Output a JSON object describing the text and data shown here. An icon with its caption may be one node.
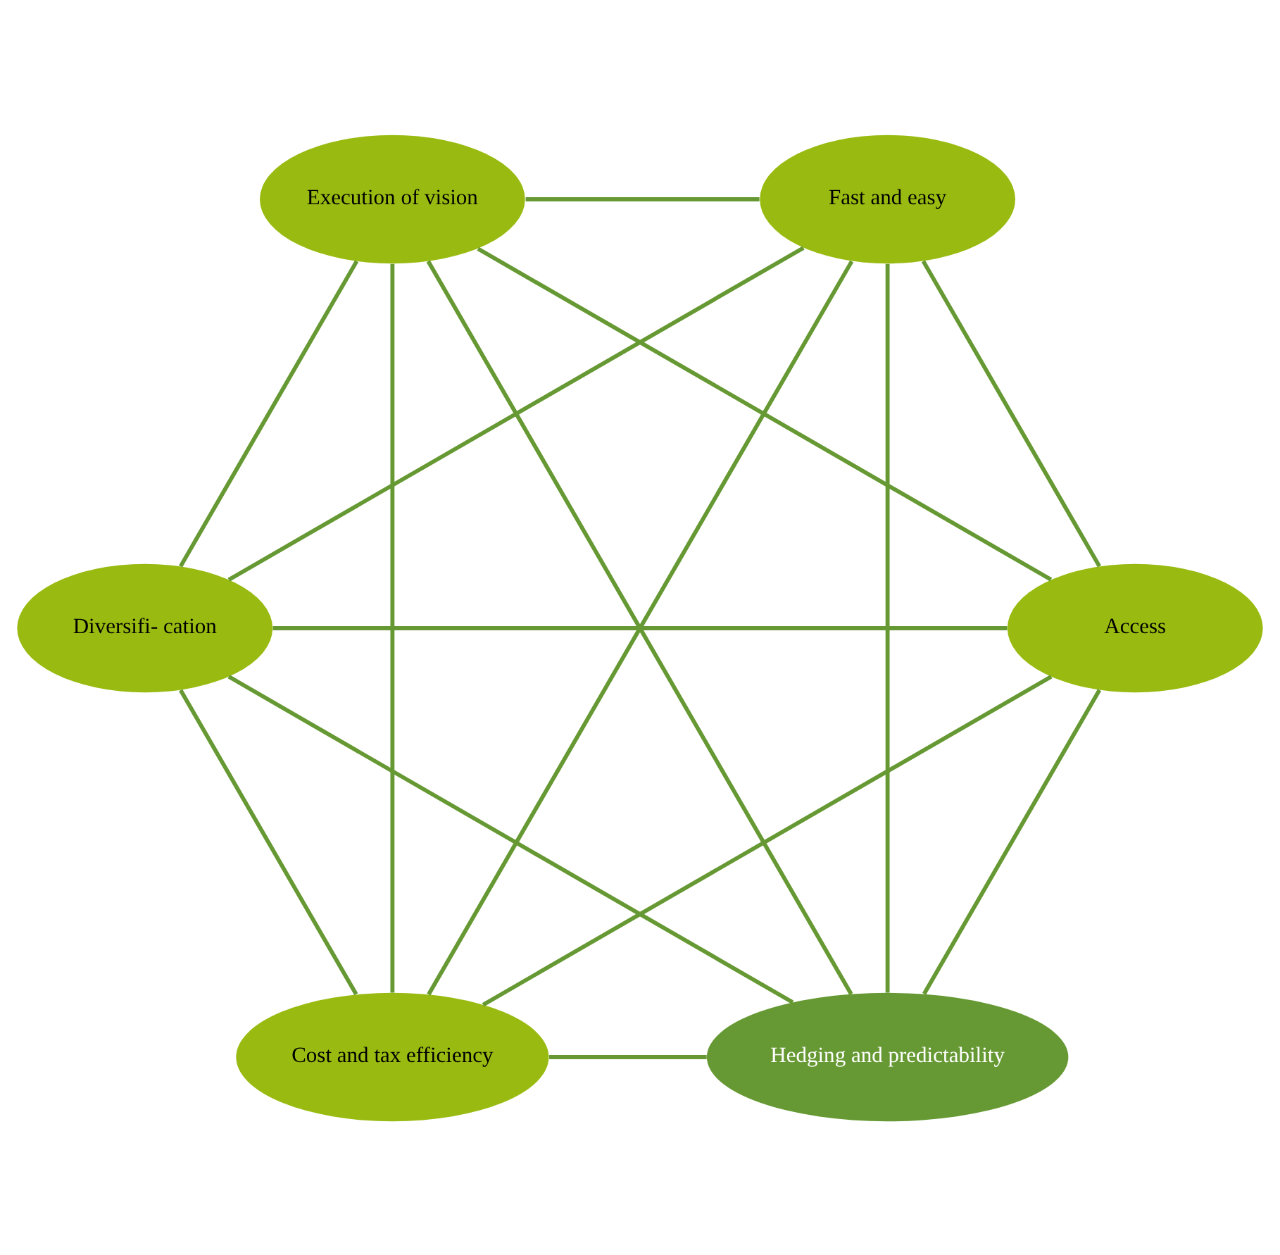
{
  "diagram": {
    "nodes": [
      {
        "text": [
          "Hedging and predictability"
        ]
      },
      {
        "text": [
          "Cost and tax efficiency"
        ]
      },
      {
        "text": [
          "Access"
        ]
      },
      {
        "text": [
          "Fast and easy"
        ]
      },
      {
        "text": [
          "Diversifi- cation"
        ]
      },
      {
        "text": [
          "Execution of vision"
        ]
      }
    ],
    "edges": [
      {
        "from": 0,
        "to": 1,
        "arrow": "none"
      },
      {
        "from": 0,
        "to": 2,
        "arrow": "none"
      },
      {
        "from": 0,
        "to": 3,
        "arrow": "none"
      },
      {
        "from": 0,
        "to": 4,
        "arrow": "none"
      },
      {
        "from": 0,
        "to": 5,
        "arrow": "none"
      },
      {
        "from": 1,
        "to": 2,
        "arrow": "none"
      },
      {
        "from": 1,
        "to": 3,
        "arrow": "none"
      },
      {
        "from": 1,
        "to": 4,
        "arrow": "none"
      },
      {
        "from": 1,
        "to": 5,
        "arrow": "none"
      },
      {
        "from": 2,
        "to": 3,
        "arrow": "none"
      },
      {
        "from": 2,
        "to": 4,
        "arrow": "none"
      },
      {
        "from": 2,
        "to": 5,
        "arrow": "none"
      },
      {
        "from": 3,
        "to": 4,
        "arrow": "none"
      },
      {
        "from": 3,
        "to": 5,
        "arrow": "none"
      },
      {
        "from": 4,
        "to": 5,
        "arrow": "none"
      }
    ]
  }
}
